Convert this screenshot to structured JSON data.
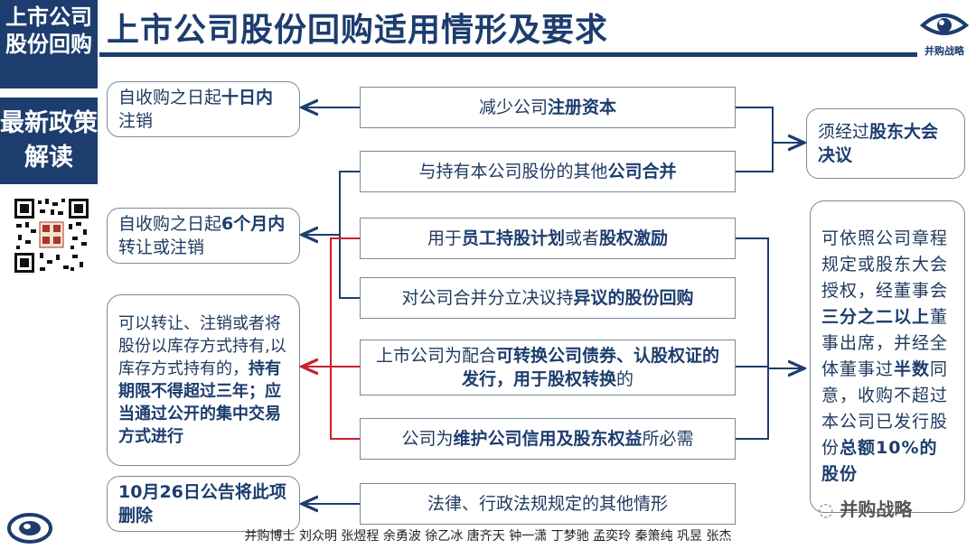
{
  "sidebar": {
    "title": "上市公司股份回购",
    "subtitle": "最新政策解读"
  },
  "header": {
    "title": "上市公司股份回购适用情形及要求",
    "logo_text": "并购战略",
    "logo_icon": "eye-logo-icon"
  },
  "situations": [
    {
      "pre": "减少公司",
      "bold": "注册资本",
      "post": "",
      "bold2": "",
      "post2": ""
    },
    {
      "pre": "与持有本公司股份的其他",
      "bold": "公司合并",
      "post": "",
      "bold2": "",
      "post2": ""
    },
    {
      "pre": "用于",
      "bold": "员工持股计划",
      "post": "或者",
      "bold2": "股权激励",
      "post2": ""
    },
    {
      "pre": "对公司合并分立决议持",
      "bold": "异议的股份回购",
      "post": "",
      "bold2": "",
      "post2": ""
    },
    {
      "pre": "上市公司为配合",
      "bold": "可转换公司债券、认股权证的发行，用于股权转换",
      "post": "的",
      "bold2": "",
      "post2": ""
    },
    {
      "pre": "公司为",
      "bold": "维护公司信用及股东权益",
      "post": "所必需",
      "bold2": "",
      "post2": ""
    },
    {
      "pre": "法律、行政法规规定的其他情形",
      "bold": "",
      "post": "",
      "bold2": "",
      "post2": ""
    }
  ],
  "left_results": {
    "r1": {
      "pre": "自收购之日起",
      "bold": "十日内",
      "post": "注销"
    },
    "r2": {
      "pre": "自收购之日起",
      "bold": "6个月内",
      "post": "转让或注销"
    },
    "r3": {
      "pre": "可以转让、注销或者将股份以库存方式持有,以库存方式持有的，",
      "bold": "持有期限不得超过三年；应当通过公开的集中交易方式进行"
    },
    "r4": {
      "bold": "10月26日公告将此项删除"
    }
  },
  "right_results": {
    "r1": {
      "pre": "须经过",
      "bold": "股东大会决议"
    },
    "r2": {
      "pre": "可依照公司章程规定或股东大会授权，经董事会",
      "bold": "三分之二以上",
      "mid": "董事出席，并经全体董事过",
      "bold2": "半数",
      "post": "同意，收购不超过本公司已发行股份",
      "bold3": "总额10%的股份"
    }
  },
  "footer": {
    "authors": "并购博士 刘众明 张煜程 余勇波 徐乙冰 唐齐天 钟一潇 丁梦驰 孟奕玲 秦箫纯 巩昱 张杰",
    "wechat": "并购战略"
  },
  "colors": {
    "navy": "#1c3d6e",
    "red": "#c8202a",
    "gray_border": "#7e8896"
  }
}
